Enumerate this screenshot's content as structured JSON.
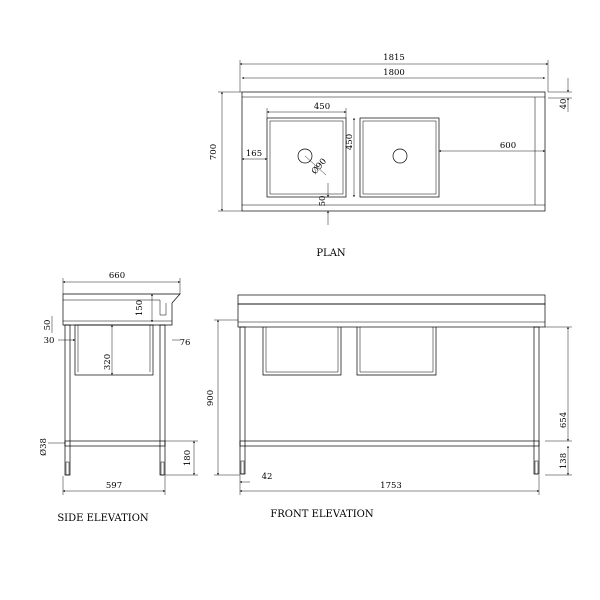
{
  "plan": {
    "title": "PLAN",
    "dims": {
      "overall_length": "1815",
      "top_length": "1800",
      "edge": "40",
      "depth": "700",
      "bowl_width": "450",
      "bowl_depth": "450",
      "bowl_left_offset": "165",
      "drain_diameter": "Ø90",
      "bowl_front_offset": "50",
      "drainer_length": "600"
    }
  },
  "side": {
    "title": "SIDE ELEVATION",
    "dims": {
      "top_depth": "660",
      "splashback_height": "150",
      "top_thickness": "50",
      "rear_offset": "30",
      "front_offset": "76",
      "bowl_depth": "320",
      "leg_diameter": "Ø38",
      "crossbar_height": "180",
      "leg_span": "597"
    }
  },
  "front": {
    "title": "FRONT ELEVATION",
    "dims": {
      "height": "900",
      "leg_height": "654",
      "crossbar_height": "138",
      "leg_offset": "42",
      "leg_span": "1753"
    }
  }
}
